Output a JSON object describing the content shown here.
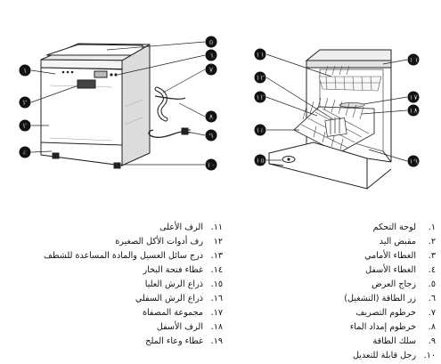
{
  "callouts": [
    "١",
    "٢",
    "٣",
    "٤",
    "٥",
    "٦",
    "٧",
    "٨",
    "٩",
    "١٠",
    "١١",
    "١٢",
    "١٣",
    "١٤",
    "١٥",
    "١٦",
    "١٧",
    "١٨"
  ],
  "legend_right": [
    {
      "num": "١.",
      "label": "لوحة التحكم"
    },
    {
      "num": "٢.",
      "label": "مقبض اليد"
    },
    {
      "num": "٣.",
      "label": "الغطاء الأمامي"
    },
    {
      "num": "٤.",
      "label": "الغطاء الأسفل"
    },
    {
      "num": "٥.",
      "label": "زجاج العرض"
    },
    {
      "num": "٦.",
      "label": "زر الطاقة (التشغيل)"
    },
    {
      "num": "٧.",
      "label": "خرطوم التصريف"
    },
    {
      "num": "٨.",
      "label": "خرطوم إمداد الماء"
    },
    {
      "num": "٩.",
      "label": "سلك الطاقة"
    },
    {
      "num": "١٠.",
      "label": "رجل قابلة للتعديل"
    }
  ],
  "legend_left": [
    {
      "num": "١١.",
      "label": "الرف الأعلى"
    },
    {
      "num": "١٢",
      "label": "رف أدوات الأكل الصغيرة"
    },
    {
      "num": "١٣.",
      "label": "درج سائل الغسيل والمادة المساعدة للشطف"
    },
    {
      "num": "١٤.",
      "label": "غطاء فتحة البخار"
    },
    {
      "num": "١٥.",
      "label": "ذراع الرش العليا"
    },
    {
      "num": "١٦.",
      "label": "ذراع الرش السفلي"
    },
    {
      "num": "١٧.",
      "label": "مجموعة المصفاة"
    },
    {
      "num": "١٨.",
      "label": "الرف الأسفل"
    },
    {
      "num": "١٩.",
      "label": "غطاء وعاء الملح"
    }
  ]
}
